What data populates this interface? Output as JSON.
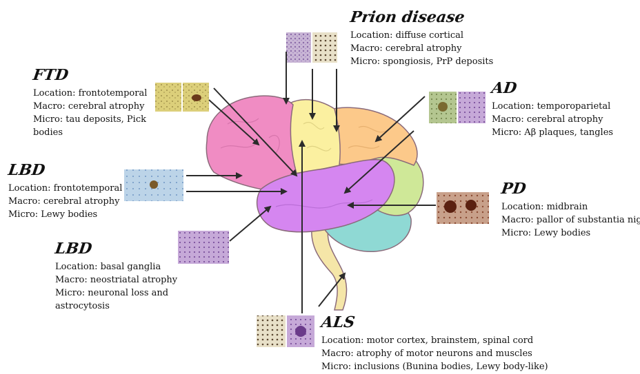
{
  "colors": {
    "frontal": "#f08cc3",
    "parietal": "#fbf0a0",
    "parietal_back": "#fcc98a",
    "occipital": "#cfe898",
    "temporal": "#d586f0",
    "cerebellum": "#8fd9d4",
    "brainstem": "#f5e6a8",
    "outline": "#8a6a7a",
    "arrow": "#2b2b2b"
  },
  "labels": {
    "prion": {
      "title": "Prion disease",
      "location": "Location: diffuse cortical",
      "macro": "Macro: cerebral atrophy",
      "micro": "Micro: spongiosis, PrP deposits"
    },
    "ftd": {
      "title": "FTD",
      "location": "Location: frontotemporal",
      "macro": "Macro: cerebral atrophy",
      "micro": "Micro: tau deposits, Pick bodies"
    },
    "ad": {
      "title": "AD",
      "location": "Location: temporoparietal",
      "macro": "Macro: cerebral atrophy",
      "micro": "Micro: Aβ plaques, tangles"
    },
    "lbd1": {
      "title": "LBD",
      "location": "Location: frontotemporal",
      "macro": "Macro: cerebral atrophy",
      "micro": "Micro: Lewy bodies"
    },
    "pd": {
      "title": "PD",
      "location": "Location: midbrain",
      "macro": "Macro: pallor of substantia nigra",
      "micro": "Micro: Lewy bodies"
    },
    "lbd2": {
      "title": "LBD",
      "location": "Location: basal ganglia",
      "macro": "Macro: neostriatal atrophy",
      "micro": "Micro: neuronal loss and astrocytosis"
    },
    "als": {
      "title": "ALS",
      "location": "Location: motor cortex, brainstem, spinal cord",
      "macro": "Macro: atrophy of motor neurons and muscles",
      "micro": "Micro: inclusions (Bunina bodies, Lewy body-like)"
    }
  }
}
